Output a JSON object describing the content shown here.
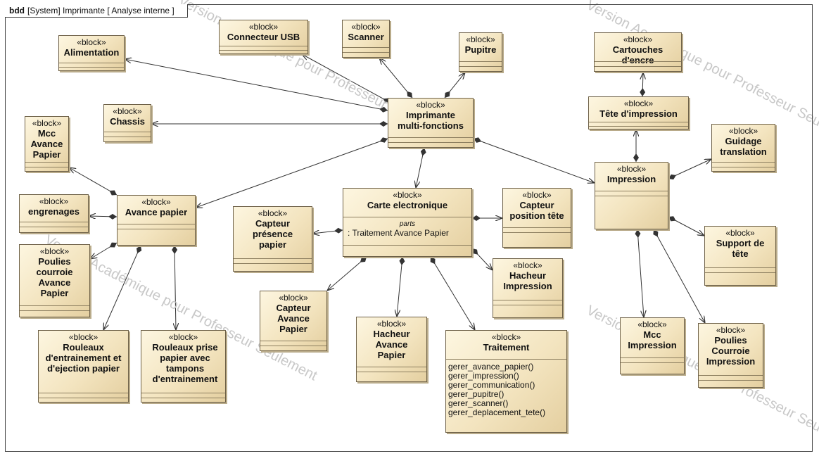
{
  "frame": {
    "kind": "bdd",
    "label": "[System] Imprimante [ Analyse interne ]"
  },
  "stereotype": "«block»",
  "blocks": {
    "alimentation": "Alimentation",
    "connecteur_usb": "Connecteur USB",
    "scanner": "Scanner",
    "pupitre": "Pupitre",
    "cartouches": "Cartouches d'encre",
    "chassis": "Chassis",
    "imprimante": "Imprimante multi-fonctions",
    "tete": "Tête d'impression",
    "mcc_avance": "Mcc Avance Papier",
    "guidage": "Guidage translation",
    "engrenages": "engrenages",
    "avance_papier": "Avance papier",
    "impression": "Impression",
    "carte": "Carte electronique",
    "capteur_pos_tete": "Capteur position tête",
    "capteur_presence": "Capteur présence papier",
    "poulies_avance": "Poulies courroie Avance Papier",
    "support_tete": "Support de tête",
    "hacheur_impression": "Hacheur Impression",
    "capteur_avance": "Capteur Avance Papier",
    "hacheur_avance": "Hacheur Avance Papier",
    "traitement": "Traitement",
    "mcc_impression": "Mcc Impression",
    "poulies_impression": "Poulies Courroie Impression",
    "rouleaux_entrainement": "Rouleaux d'entrainement et d'ejection papier",
    "rouleaux_prise": "Rouleaux prise papier avec tampons d'entrainement"
  },
  "carte_parts": {
    "header": "parts",
    "value": ": Traitement Avance Papier"
  },
  "traitement_ops": [
    "gerer_avance_papier()",
    "gerer_impression()",
    "gerer_communication()",
    "gerer_pupitre()",
    "gerer_scanner()",
    "gerer_deplacement_tete()"
  ]
}
